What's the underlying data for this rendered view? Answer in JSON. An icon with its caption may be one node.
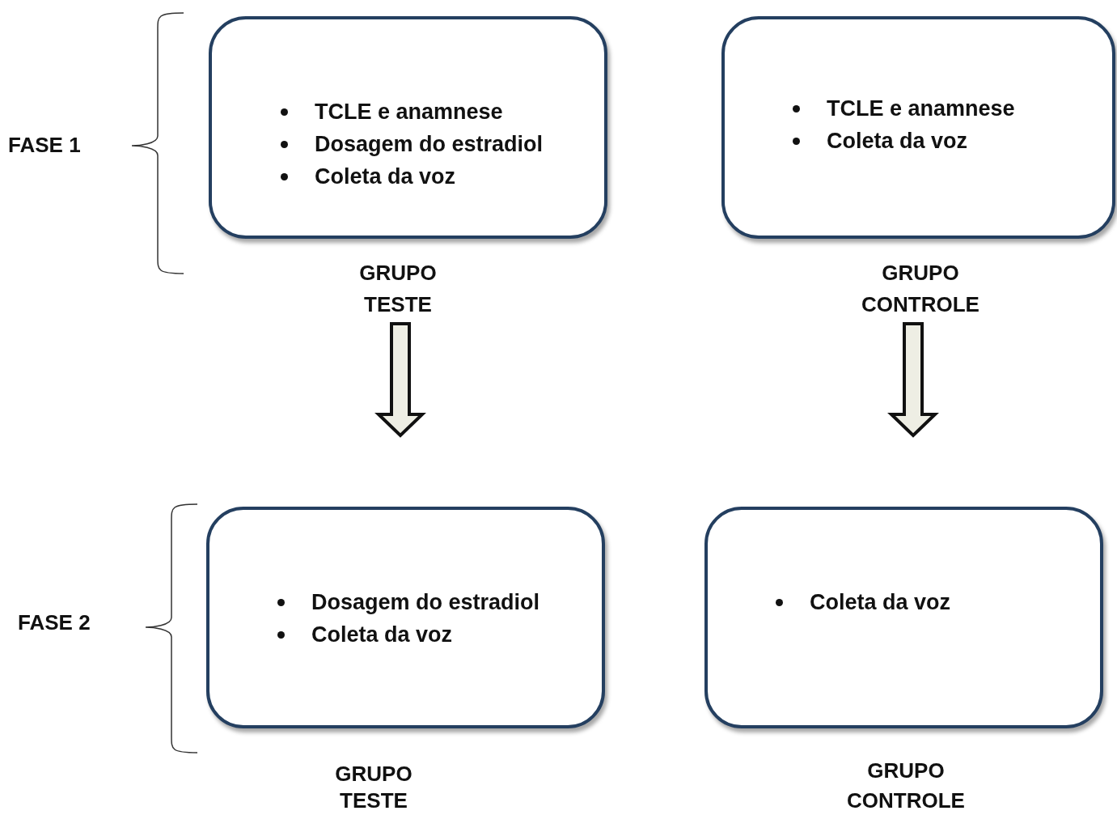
{
  "diagram": {
    "nodes": [
      {
        "text": [
          "TCLE e anamnese",
          "Dosagem do estradiol",
          "Coleta da voz"
        ],
        "beside": [
          "GRUPO TESTE"
        ]
      },
      {
        "text": [
          "TCLE e anamnese",
          "Coleta da voz"
        ],
        "beside": [
          "GRUPO CONTROLE"
        ]
      },
      {
        "text": [
          "Dosagem do estradiol",
          "Coleta da voz"
        ],
        "beside": [
          "GRUPO TESTE"
        ]
      },
      {
        "text": [
          "Coleta da voz"
        ],
        "beside": [
          "GRUPO CONTROLE"
        ]
      }
    ],
    "edges": [
      {
        "from": 0,
        "to": 2,
        "arrow": "to"
      },
      {
        "from": 1,
        "to": 3,
        "arrow": "to"
      }
    ],
    "labels": [
      "FASE 1",
      "FASE 2"
    ]
  }
}
